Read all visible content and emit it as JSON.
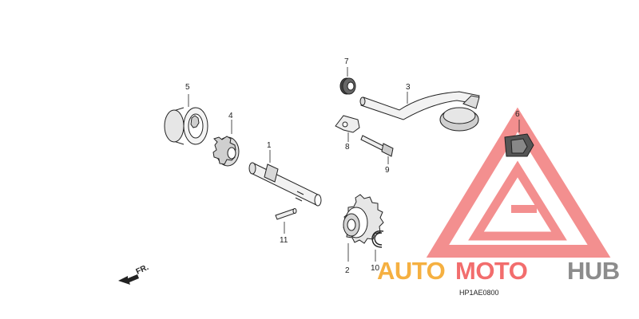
{
  "callouts": [
    {
      "id": "1",
      "label": "1"
    },
    {
      "id": "2",
      "label": "2"
    },
    {
      "id": "3",
      "label": "3"
    },
    {
      "id": "4",
      "label": "4"
    },
    {
      "id": "5",
      "label": "5"
    },
    {
      "id": "6",
      "label": "6"
    },
    {
      "id": "7",
      "label": "7"
    },
    {
      "id": "8",
      "label": "8"
    },
    {
      "id": "9",
      "label": "9"
    },
    {
      "id": "10",
      "label": "10"
    },
    {
      "id": "11",
      "label": "11"
    }
  ],
  "diagram_code": "HP1AE0800",
  "direction_label": "FR.",
  "watermark": {
    "part1": "AUTO",
    "part2": "MOTO",
    "part3": "HUB",
    "color_orange": "#f5b041",
    "color_red": "#f26d6d",
    "color_gray": "#8c8c8c"
  },
  "colors": {
    "line": "#222222",
    "triangle": "#f27c7c"
  }
}
